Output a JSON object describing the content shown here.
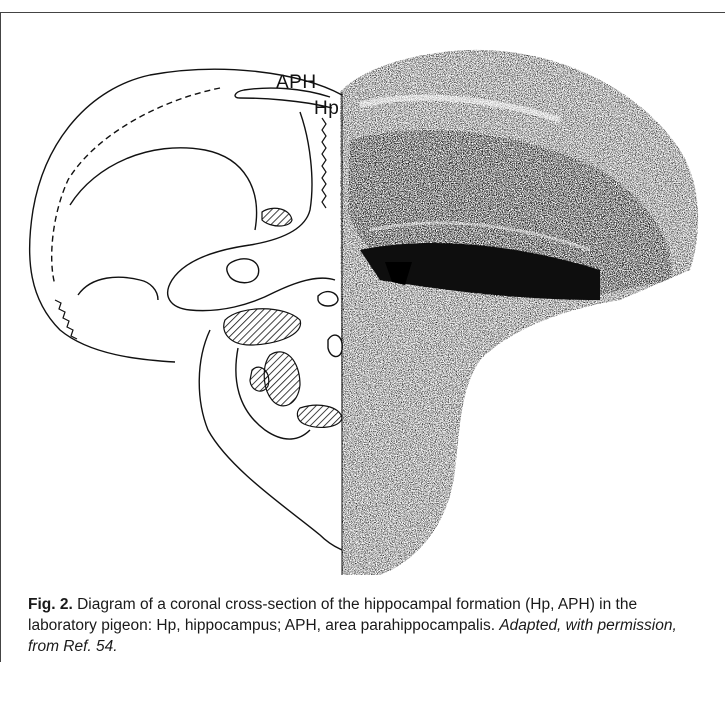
{
  "figure": {
    "labels": {
      "aph": "APH",
      "hp": "Hp"
    }
  },
  "caption": {
    "figure_number": "Fig. 2.",
    "text": " Diagram of a coronal cross-section of the hippocampal formation (Hp, APH) in the laboratory pigeon: Hp, hippocampus; APH, area parahippocampalis. ",
    "credit": "Adapted, with permission, from Ref. 54."
  },
  "colors": {
    "ink": "#111111",
    "stain": "#1c1c1c"
  }
}
